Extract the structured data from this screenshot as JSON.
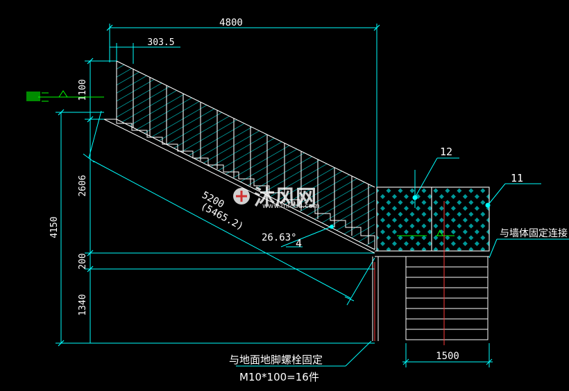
{
  "dimensions": {
    "top_width": "4800",
    "step_width": "303.5",
    "rail_height": "1100",
    "flight_height": "2606",
    "total_height": "4150",
    "landing_thk": "200",
    "landing_height": "1340",
    "diag_len": "5200",
    "diag_len_inner": "(5465.2)",
    "angle": "26.63°",
    "landing_width": "1500"
  },
  "callouts": {
    "c12": "12",
    "c11": "11",
    "c4": "4"
  },
  "notes": {
    "wall_fix": "与墙体固定连接",
    "floor_fix_line1": "与地面地脚螺栓固定",
    "floor_fix_line2": "M10*100=16件"
  },
  "watermark": {
    "cn": "沐风网",
    "url": "www.mfcad.com"
  },
  "colors": {
    "dimension_line": "#00ffff",
    "guard_hatch": "#00ffff",
    "leader_green": "#00ff00",
    "center_red": "#ff3b3b",
    "text": "#ffffff",
    "background": "#000000"
  }
}
